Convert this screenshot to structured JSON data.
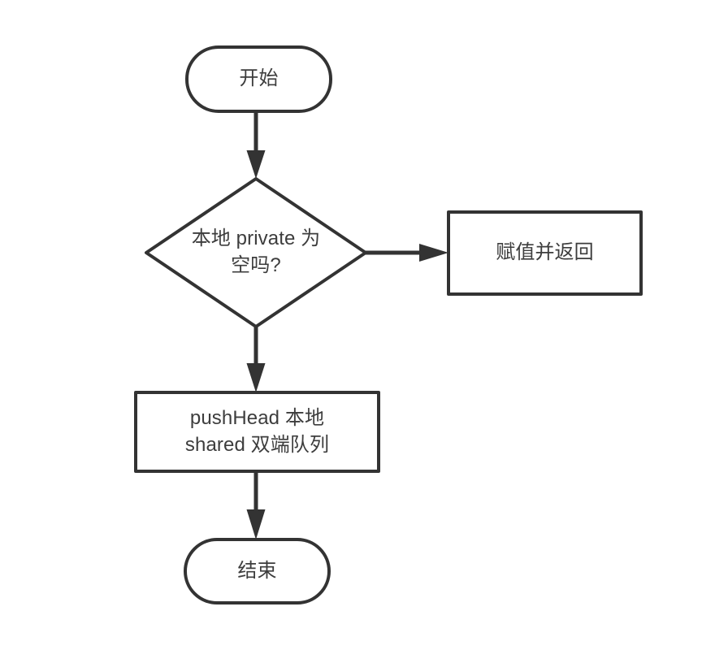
{
  "diagram": {
    "type": "flowchart",
    "title": "",
    "background_color": "#ffffff",
    "stroke_color": "#333333",
    "text_color": "#3d3d3d",
    "direction": "top-to-bottom",
    "nodes": [
      {
        "id": "start",
        "shape": "terminator",
        "label": "开始"
      },
      {
        "id": "decision",
        "shape": "diamond",
        "label": "本地 private 为\n空吗?"
      },
      {
        "id": "assign",
        "shape": "process",
        "label": "赋值并返回"
      },
      {
        "id": "push",
        "shape": "process",
        "label": "pushHead 本地\nshared 双端队列"
      },
      {
        "id": "end",
        "shape": "terminator",
        "label": "结束"
      }
    ],
    "edges": [
      {
        "from": "start",
        "to": "decision",
        "label": "",
        "direction": "down"
      },
      {
        "from": "decision",
        "to": "assign",
        "label": "",
        "direction": "right"
      },
      {
        "from": "decision",
        "to": "push",
        "label": "",
        "direction": "down"
      },
      {
        "from": "push",
        "to": "end",
        "label": "",
        "direction": "down"
      }
    ]
  }
}
